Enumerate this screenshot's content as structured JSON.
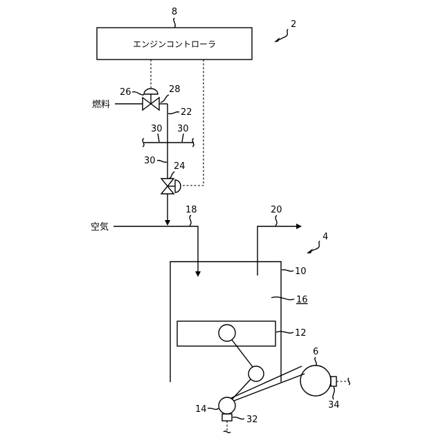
{
  "controller": {
    "label": "エンジンコントローラ",
    "ref": "8"
  },
  "inputs": {
    "fuel": "燃料",
    "air": "空気"
  },
  "refs": {
    "system": "2",
    "engine": "4",
    "motor": "6",
    "cylinder": "10",
    "piston": "12",
    "crank": "14",
    "chamber": "16",
    "intake": "18",
    "exhaust": "20",
    "fuel_line": "22",
    "injector_valve": "24",
    "fuel_valve": "26",
    "valve_ref_28": "28",
    "branch_left": "30",
    "branch_right": "30",
    "branch_bottom": "30",
    "sensor_32": "32",
    "sensor_34": "34"
  }
}
